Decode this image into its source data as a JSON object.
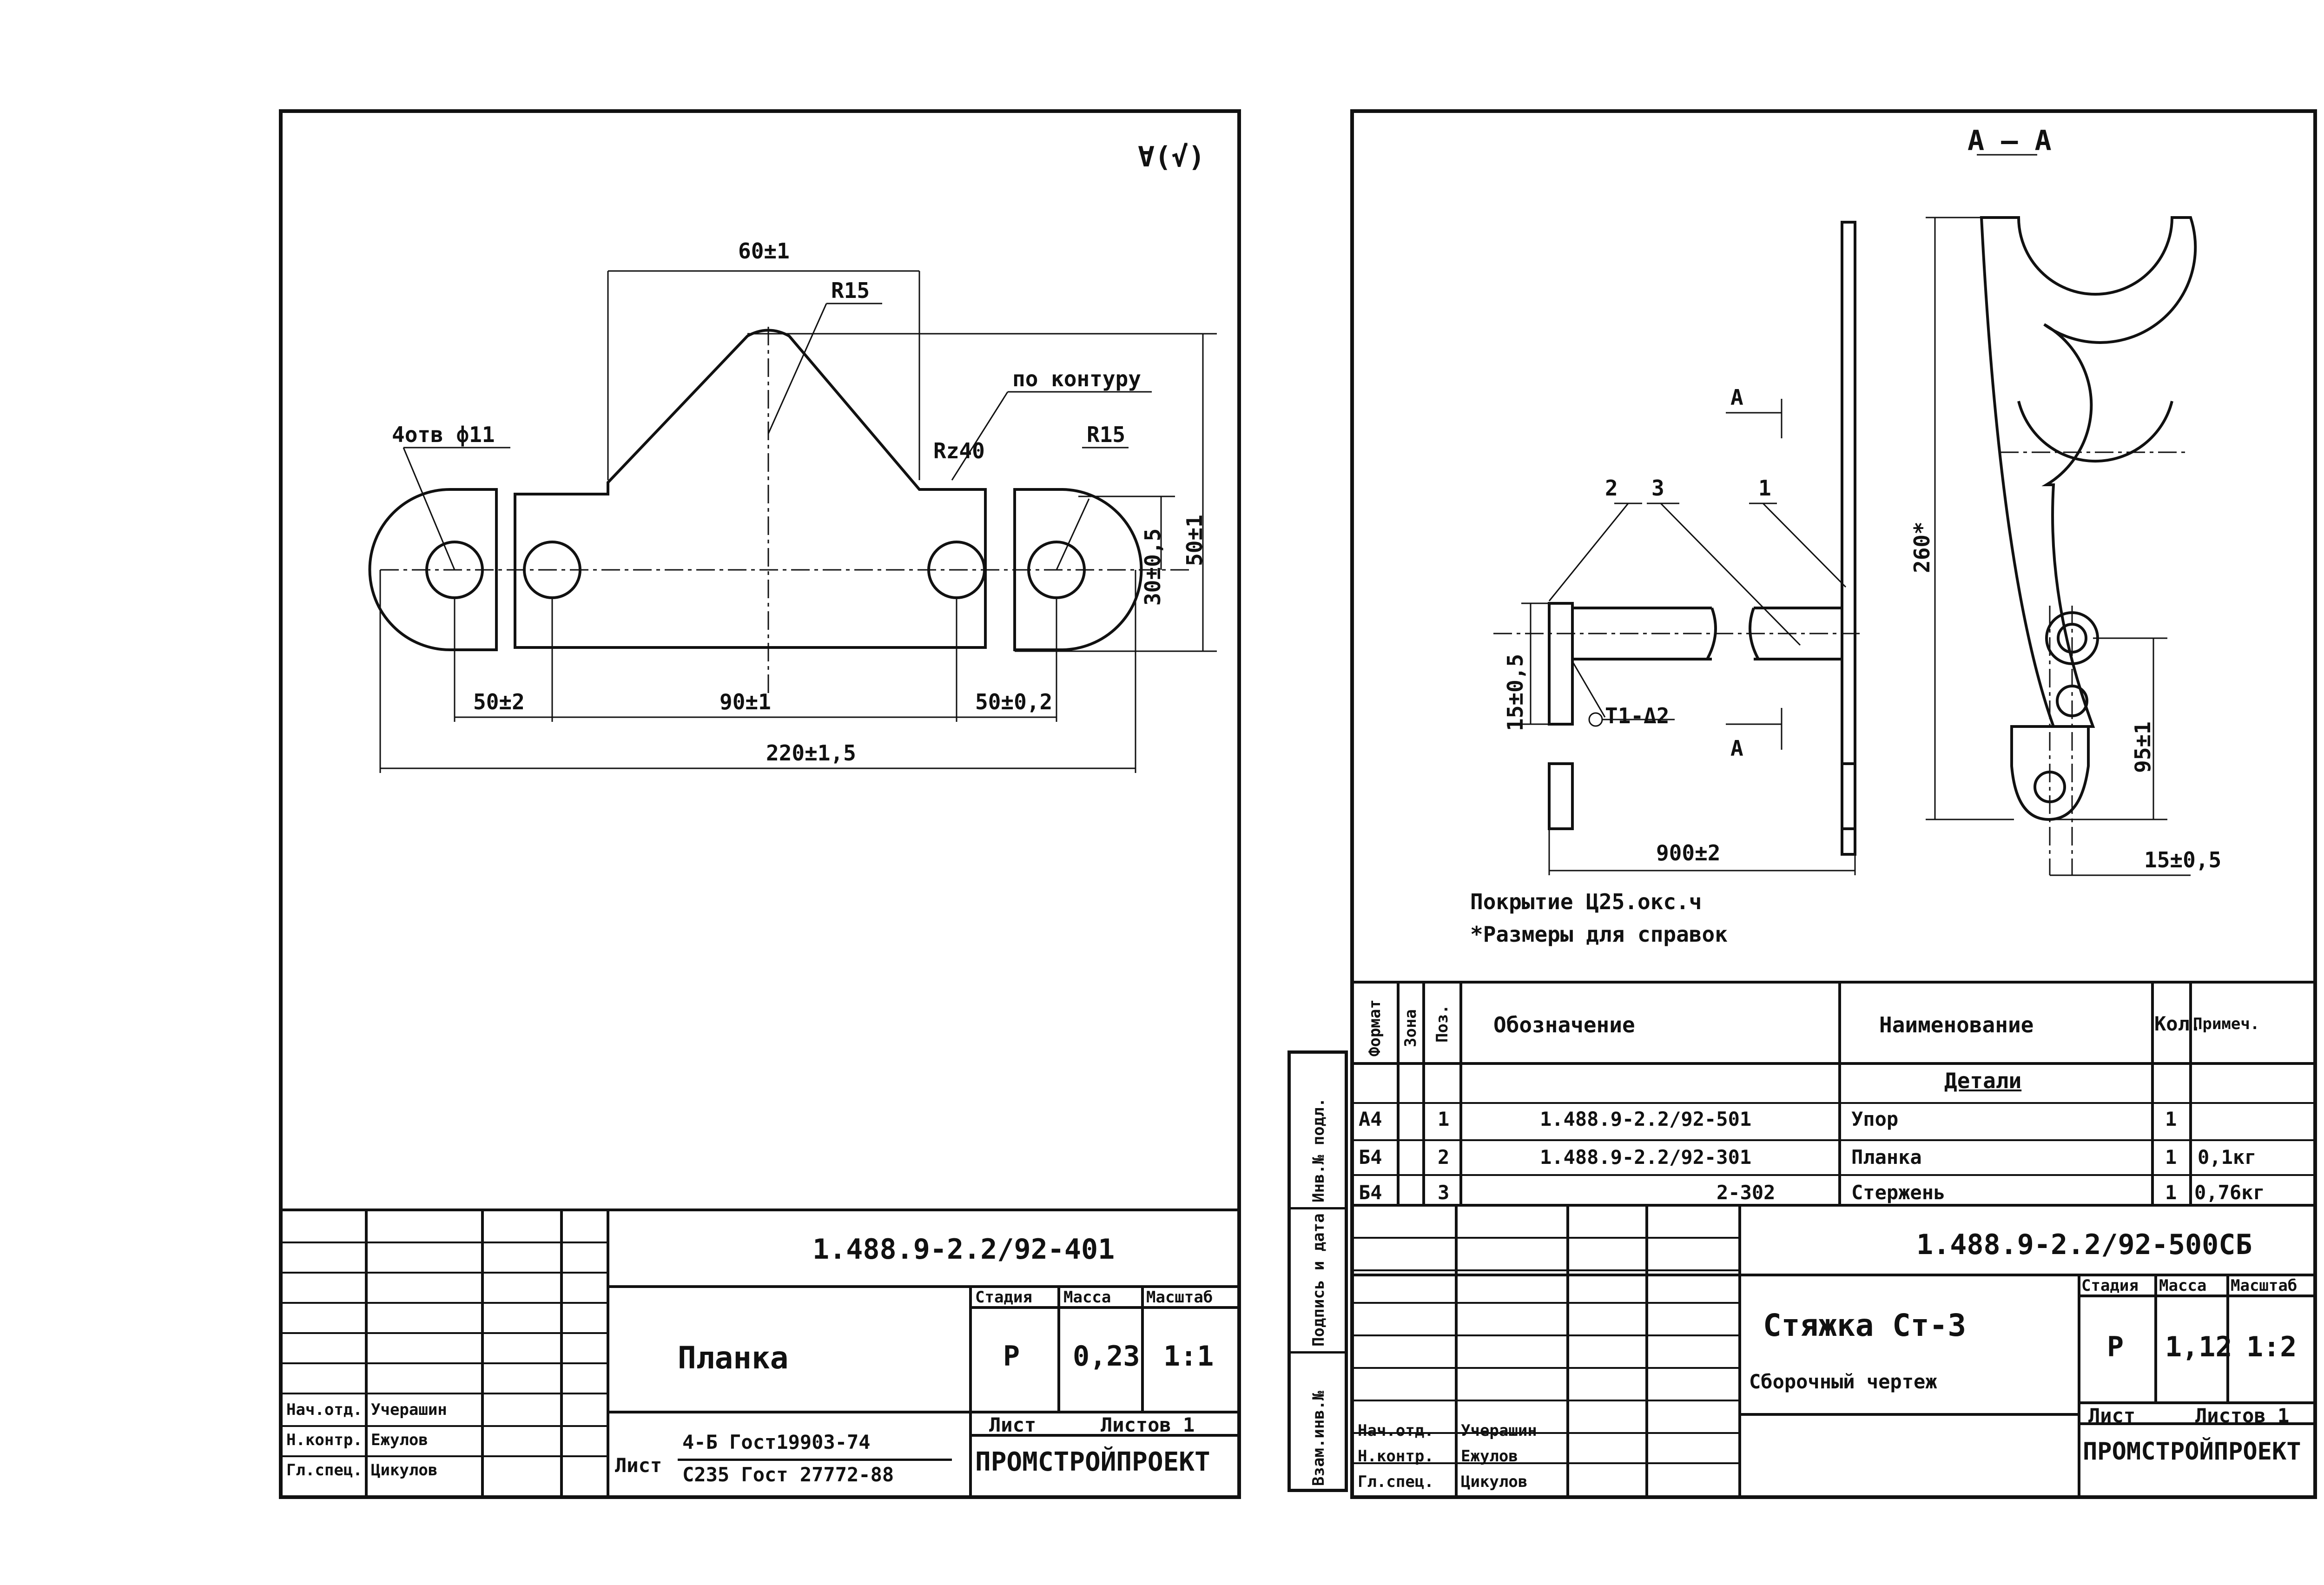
{
  "left_sheet": {
    "roughness_symbol": "∀(√)",
    "dims": {
      "top": "60±1",
      "r15_top": "R15",
      "po_konturu": "по контуру",
      "rz40": "Rz40",
      "r15_right": "R15",
      "holes": "4отв ф11",
      "h50": "50±1",
      "h30": "30±0,5",
      "b50_left": "50±2",
      "b90": "90±1",
      "b50_right": "50±0,2",
      "overall": "220±1,5"
    },
    "title_block": {
      "doc_number": "1.488.9-2.2/92-401",
      "name": "Планка",
      "stage_header": "Стадия",
      "mass_header": "Масса",
      "scale_header": "Масштаб",
      "stage": "Р",
      "mass": "0,23",
      "scale": "1:1",
      "sheet_label": "Лист",
      "sheets_label": "Листов 1",
      "material_label": "Лист",
      "material_top": "4-Б Гост19903-74",
      "material_bottom": "С235 Гост 27772-88",
      "org": "ПРОМСТРОЙПРОЕКТ",
      "roles": [
        "Нач.отд.",
        "Н.контр.",
        "Гл.спец."
      ],
      "names": [
        "Учерашин",
        "Ежулов",
        "Цикулов"
      ]
    }
  },
  "right_sheet": {
    "section": "А – А",
    "callouts": [
      "2",
      "3",
      "1"
    ],
    "section_marks": [
      "А",
      "А"
    ],
    "dims": {
      "h15": "15±0,5",
      "weld": "Т1-Δ2",
      "len900": "900±2",
      "h260": "260*",
      "h95": "95±1",
      "w15": "15±0,5"
    },
    "notes": [
      "Покрытие Ц25.окс.ч",
      "*Размеры для справок"
    ],
    "spec_table": {
      "headers": [
        "Формат",
        "Зона",
        "Поз.",
        "Обозначение",
        "Наименование",
        "Кол.",
        "Примеч."
      ],
      "section_title": "Детали",
      "rows": [
        {
          "format": "А4",
          "zone": "",
          "pos": "1",
          "designation": "1.488.9-2.2/92-501",
          "name": "Упор",
          "qty": "1",
          "note": ""
        },
        {
          "format": "Б4",
          "zone": "",
          "pos": "2",
          "designation": "1.488.9-2.2/92-301",
          "name": "Планка",
          "qty": "1",
          "note": "0,1кг"
        },
        {
          "format": "Б4",
          "zone": "",
          "pos": "3",
          "designation": "2-302",
          "name": "Стержень",
          "qty": "1",
          "note": "0,76кг"
        }
      ]
    },
    "side_strip": [
      "Инв.№ подл.",
      "Подпись и дата",
      "Взам.инв.№"
    ],
    "title_block": {
      "doc_number": "1.488.9-2.2/92-500СБ",
      "name": "Стяжка Ст-3",
      "subtitle": "Сборочный чертеж",
      "stage_header": "Стадия",
      "mass_header": "Масса",
      "scale_header": "Масштаб",
      "stage": "Р",
      "mass": "1,12",
      "scale": "1:2",
      "sheet_label": "Лист",
      "sheets_label": "Листов 1",
      "org": "ПРОМСТРОЙПРОЕКТ",
      "roles": [
        "Нач.отд.",
        "Н.контр.",
        "Гл.спец."
      ],
      "names": [
        "Учерашин",
        "Ежулов",
        "Цикулов"
      ]
    }
  }
}
